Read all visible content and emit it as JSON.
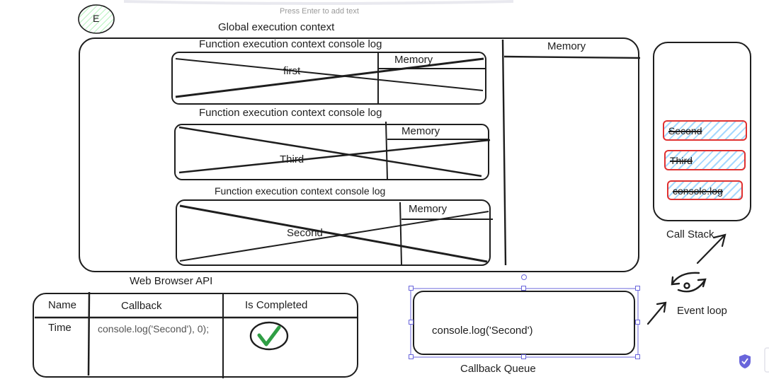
{
  "hint": "Press Enter to add text",
  "avatar": "E",
  "global": {
    "title": "Global execution context",
    "memory": "Memory"
  },
  "contexts": [
    {
      "title": "Function execution context console log",
      "name": "first",
      "memory": "Memory"
    },
    {
      "title": "Function execution context console log",
      "name": "Third",
      "memory": "Memory"
    },
    {
      "title": "Function execution context console log",
      "name": "Second",
      "memory": "Memory"
    }
  ],
  "call_stack": {
    "label": "Call Stack",
    "items": [
      "Second",
      "Third",
      "console.log"
    ]
  },
  "web_api": {
    "title": "Web Browser API",
    "headers": [
      "Name",
      "Callback",
      "Is Completed"
    ],
    "row": {
      "name": "Time",
      "callback": "console.log('Second'), 0);",
      "completed": true
    }
  },
  "callback_queue": {
    "label": "Callback Queue",
    "item": "console.log('Second')"
  },
  "event_loop": {
    "label": "Event loop"
  },
  "colors": {
    "stroke": "#1e1e1e",
    "stack_border": "#e03131",
    "hatch": "#a5d8ff",
    "check": "#2f9e44",
    "selection": "#6965db",
    "shield": "#6965db"
  }
}
